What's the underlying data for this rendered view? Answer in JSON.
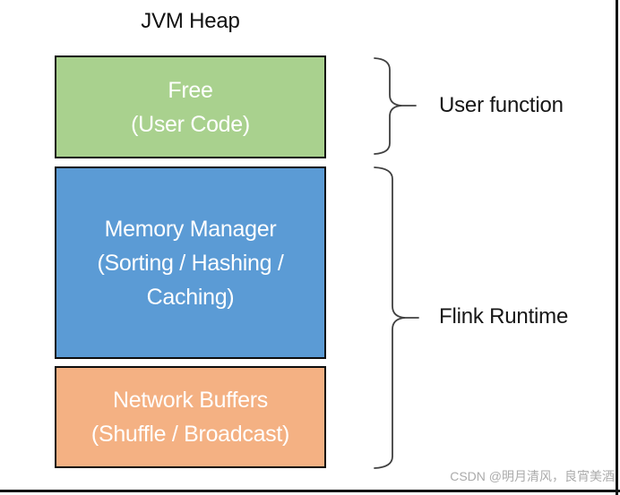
{
  "title": "JVM Heap",
  "diagram": {
    "boxes": [
      {
        "name": "free",
        "lines": [
          "Free",
          "(User Code)"
        ],
        "color": "#a9d18e"
      },
      {
        "name": "memory-manager",
        "lines": [
          "Memory Manager",
          "(Sorting / Hashing /",
          "Caching)"
        ],
        "color": "#5b9bd5"
      },
      {
        "name": "network-buffers",
        "lines": [
          "Network Buffers",
          "(Shuffle / Broadcast)"
        ],
        "color": "#f4b183"
      }
    ],
    "annotations": [
      {
        "name": "user-function",
        "label": "User function"
      },
      {
        "name": "flink-runtime",
        "label": "Flink Runtime"
      }
    ]
  },
  "watermark": "CSDN @明月清风，良宵美酒",
  "colors": {
    "free_box": "#a9d18e",
    "memory_manager_box": "#5b9bd5",
    "network_buffers_box": "#f4b183",
    "box_border": "#0d0d0d",
    "box_text": "#ffffff",
    "label_text": "#161616",
    "brace_stroke": "#404040",
    "watermark_text": "#ababab",
    "frame_line": "#141414",
    "background": "#ffffff"
  }
}
